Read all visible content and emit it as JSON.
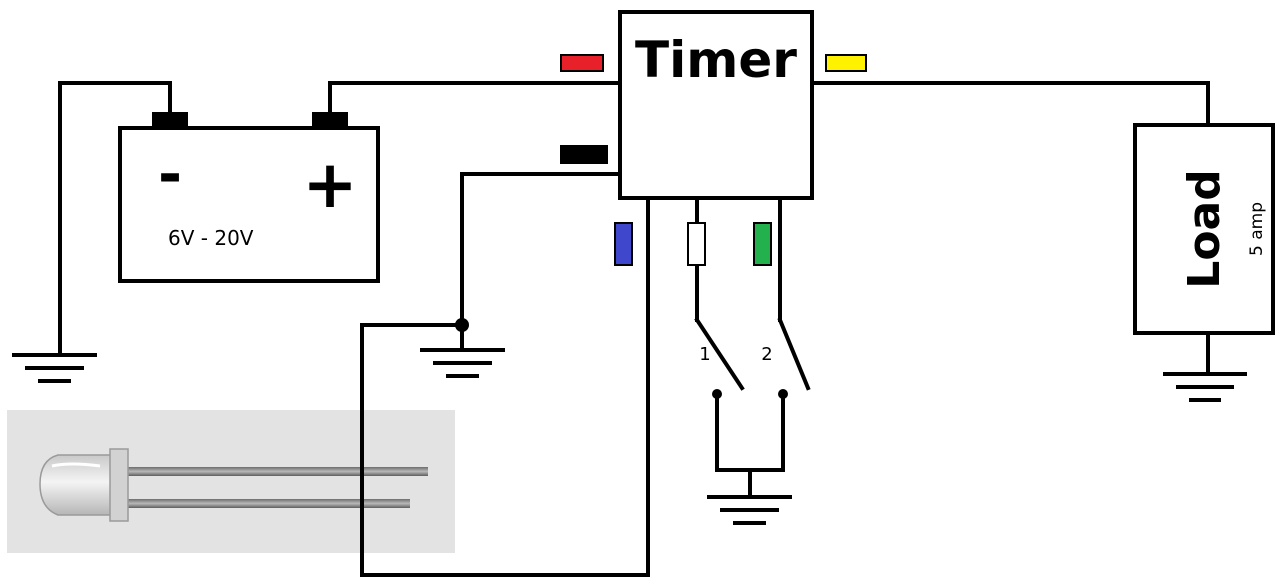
{
  "timer": {
    "label": "Timer"
  },
  "battery": {
    "minus_label": "-",
    "plus_label": "+",
    "voltage_label": "6V - 20V"
  },
  "load": {
    "label": "Load",
    "rating": "5 amp"
  },
  "switches": {
    "switch1_label": "1",
    "switch2_label": "2"
  },
  "wire_colors": {
    "red": "#e8202a",
    "yellow": "#fff200",
    "black": "#000000",
    "blue": "#3f48cc",
    "white": "#ffffff",
    "green": "#22b14c"
  },
  "icons": {
    "ground": "ground-symbol-icon",
    "junction": "junction-dot-icon",
    "photo": "ir-led-photo"
  }
}
